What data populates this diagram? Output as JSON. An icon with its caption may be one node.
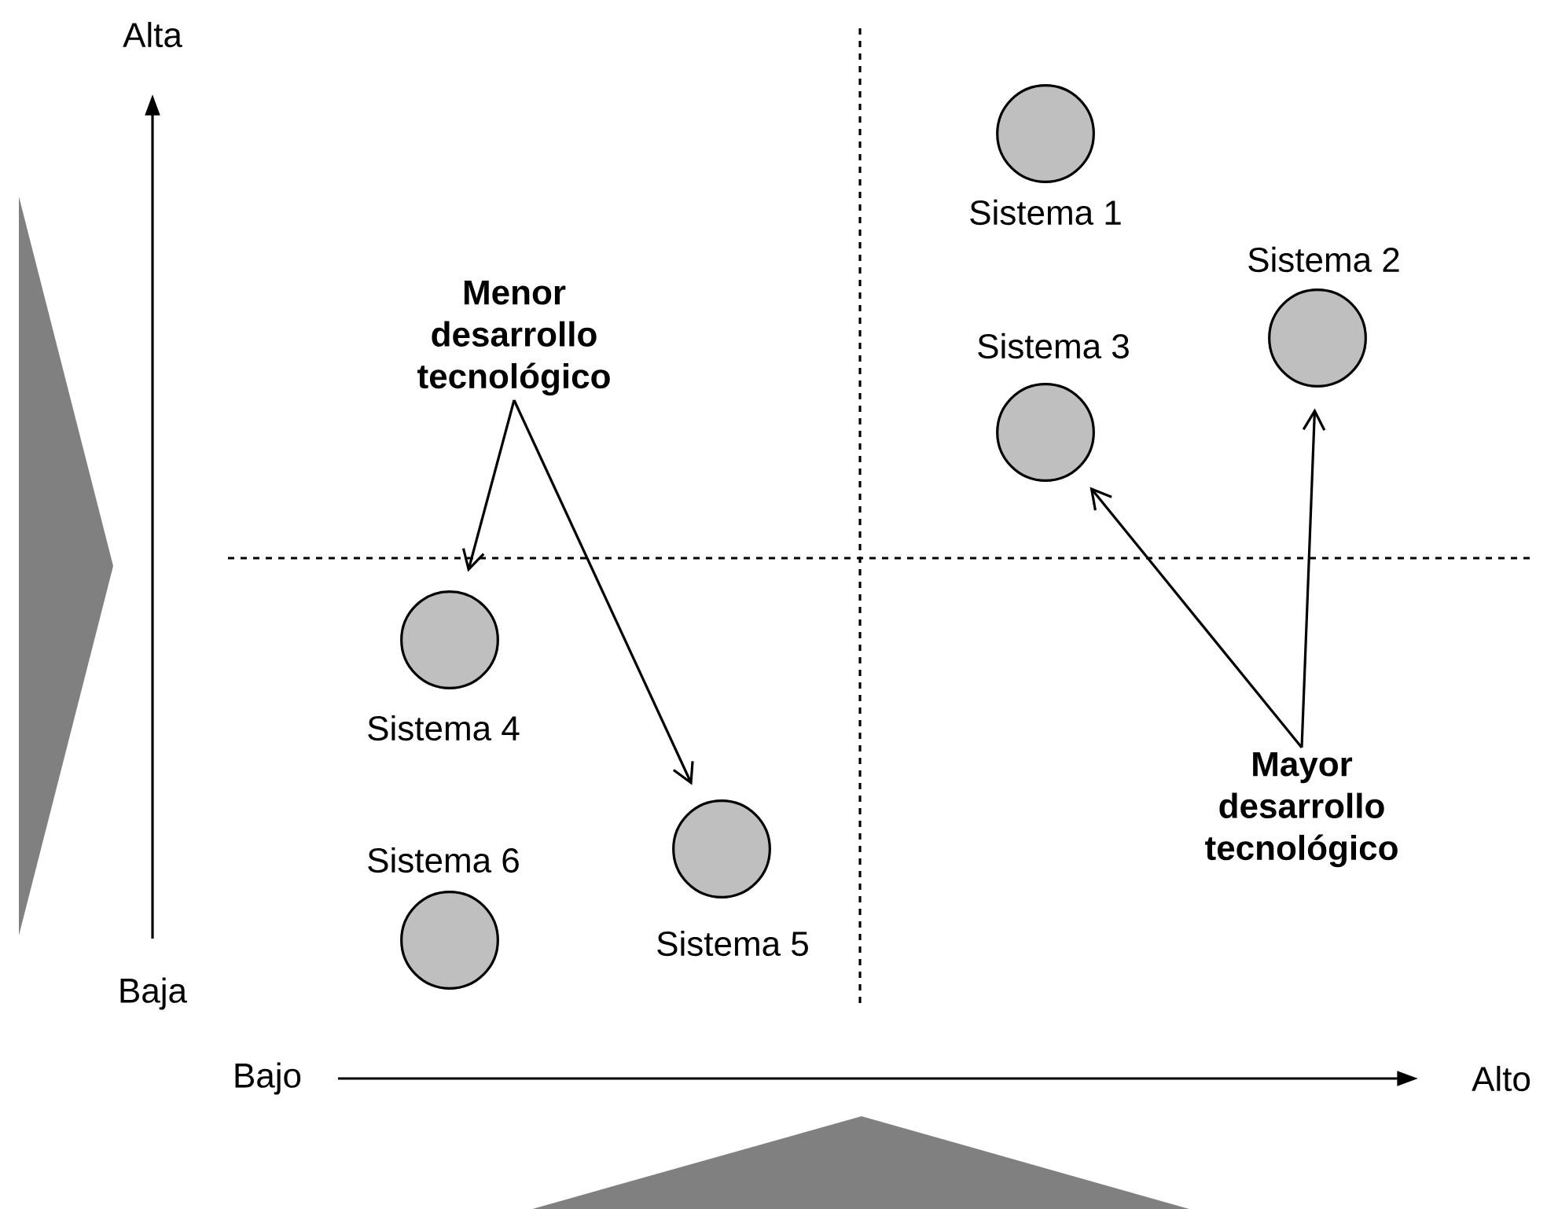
{
  "diagram": {
    "nodes": [
      {
        "text": [],
        "shape": "circle",
        "beside": [
          "Sistema 1"
        ]
      },
      {
        "text": [],
        "shape": "circle",
        "beside": [
          "Sistema 2"
        ]
      },
      {
        "text": [
          "Menor desarrollo tecnológico"
        ]
      },
      {
        "text": [],
        "shape": "circle",
        "beside": [
          "Sistema 3"
        ]
      },
      {
        "text": [],
        "shape": "circle",
        "beside": [
          "Sistema 4"
        ]
      },
      {
        "text": [
          "Mayor desarrollo tecnológico"
        ]
      },
      {
        "text": [],
        "shape": "circle",
        "beside": [
          "Sistema 5"
        ]
      },
      {
        "text": [],
        "shape": "circle",
        "beside": [
          "Sistema 6"
        ]
      }
    ],
    "edges": [
      {
        "from": 2,
        "to": 4,
        "arrow": "to"
      },
      {
        "from": 2,
        "to": 6,
        "arrow": "to"
      },
      {
        "from": 5,
        "to": 3,
        "arrow": "to"
      },
      {
        "from": 5,
        "to": 1,
        "arrow": "to"
      }
    ],
    "labels": [
      "Alta",
      "Baja",
      "Bajo",
      "Alto"
    ]
  }
}
